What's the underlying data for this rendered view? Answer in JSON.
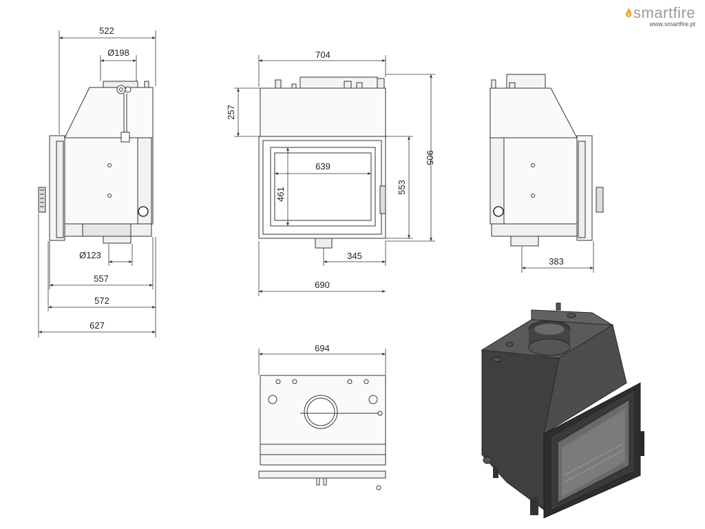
{
  "brand": {
    "name": "smartfire",
    "url": "www.smartfire.pt",
    "flame_color": "#f0a23c"
  },
  "dimensions": {
    "side_left": {
      "top_width": "522",
      "flue_diameter": "Ø198",
      "bottom_flue_diameter": "Ø123",
      "depth_body": "557",
      "depth_frame": "572",
      "depth_total": "627"
    },
    "front": {
      "width_body": "704",
      "height_top": "257",
      "height_total": "905",
      "glass_width": "639",
      "glass_height": "461",
      "door_height": "553",
      "flue_offset": "345",
      "width_frame": "690"
    },
    "side_right": {
      "flue_offset": "383"
    },
    "top_view": {
      "width": "694"
    }
  },
  "colors": {
    "line": "#333333",
    "body_dark": "#4a4a4a",
    "body_mid": "#5e5e5e",
    "body_light": "#7a7a7a"
  }
}
